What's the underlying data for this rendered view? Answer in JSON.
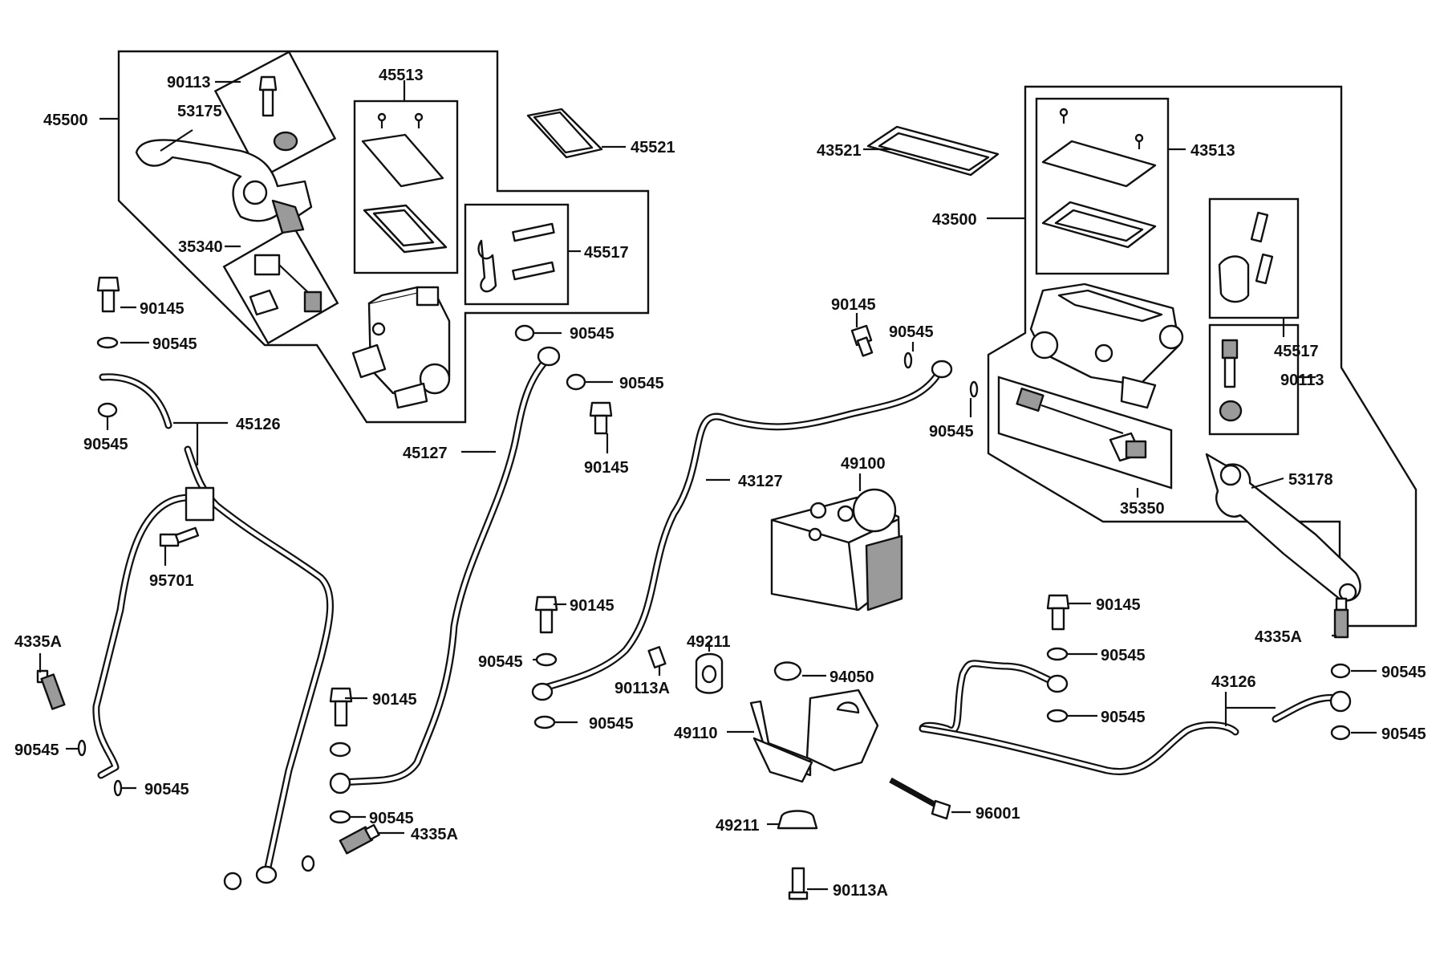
{
  "labels": [
    {
      "text": "45500"
    },
    {
      "text": "90113"
    },
    {
      "text": "53175"
    },
    {
      "text": "45513"
    },
    {
      "text": "45521"
    },
    {
      "text": "35340"
    },
    {
      "text": "45517"
    },
    {
      "text": "90145"
    },
    {
      "text": "90545"
    },
    {
      "text": "90545"
    },
    {
      "text": "90545"
    },
    {
      "text": "45126"
    },
    {
      "text": "45127"
    },
    {
      "text": "90545"
    },
    {
      "text": "90145"
    },
    {
      "text": "95701"
    },
    {
      "text": "4335A"
    },
    {
      "text": "90545"
    },
    {
      "text": "90545"
    },
    {
      "text": "90145"
    },
    {
      "text": "90545"
    },
    {
      "text": "4335A"
    },
    {
      "text": "43521"
    },
    {
      "text": "43513"
    },
    {
      "text": "43500"
    },
    {
      "text": "45517"
    },
    {
      "text": "90113"
    },
    {
      "text": "90145"
    },
    {
      "text": "90545"
    },
    {
      "text": "90545"
    },
    {
      "text": "43127"
    },
    {
      "text": "49100"
    },
    {
      "text": "35350"
    },
    {
      "text": "53178"
    },
    {
      "text": "90145"
    },
    {
      "text": "90545"
    },
    {
      "text": "90545"
    },
    {
      "text": "49211"
    },
    {
      "text": "90113A"
    },
    {
      "text": "94050"
    },
    {
      "text": "49110"
    },
    {
      "text": "90145"
    },
    {
      "text": "90545"
    },
    {
      "text": "90545"
    },
    {
      "text": "4335A"
    },
    {
      "text": "43126"
    },
    {
      "text": "90545"
    },
    {
      "text": "90545"
    },
    {
      "text": "96001"
    },
    {
      "text": "49211"
    },
    {
      "text": "90113A"
    }
  ]
}
